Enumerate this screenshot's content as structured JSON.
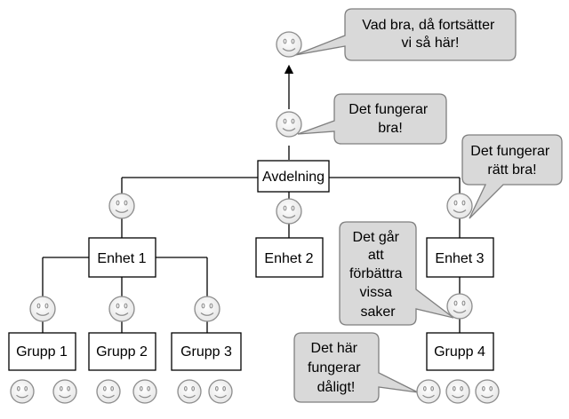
{
  "boxes": {
    "avdelning": "Avdelning",
    "enhet_1": "Enhet 1",
    "enhet_2": "Enhet 2",
    "enhet_3": "Enhet 3",
    "grupp_1": "Grupp 1",
    "grupp_2": "Grupp 2",
    "grupp_3": "Grupp 3",
    "grupp_4": "Grupp 4"
  },
  "bubbles": {
    "top": [
      "Vad bra, då fortsätter",
      "vi så här!"
    ],
    "avdelning": [
      "Det fungerar",
      "bra!"
    ],
    "enhet_3": [
      "Det fungerar",
      "rätt bra!"
    ],
    "grupp_4": [
      "Det går",
      "att",
      "förbättra",
      "vissa",
      "saker"
    ],
    "members": [
      "Det här",
      "fungerar",
      "dåligt!"
    ]
  },
  "colors": {
    "bubble_fill": "#d9d9d9",
    "bubble_stroke": "#7f7f7f",
    "line": "#000000",
    "smiley_stroke": "#8c8c8c",
    "smiley_fill": "#ffffff"
  }
}
